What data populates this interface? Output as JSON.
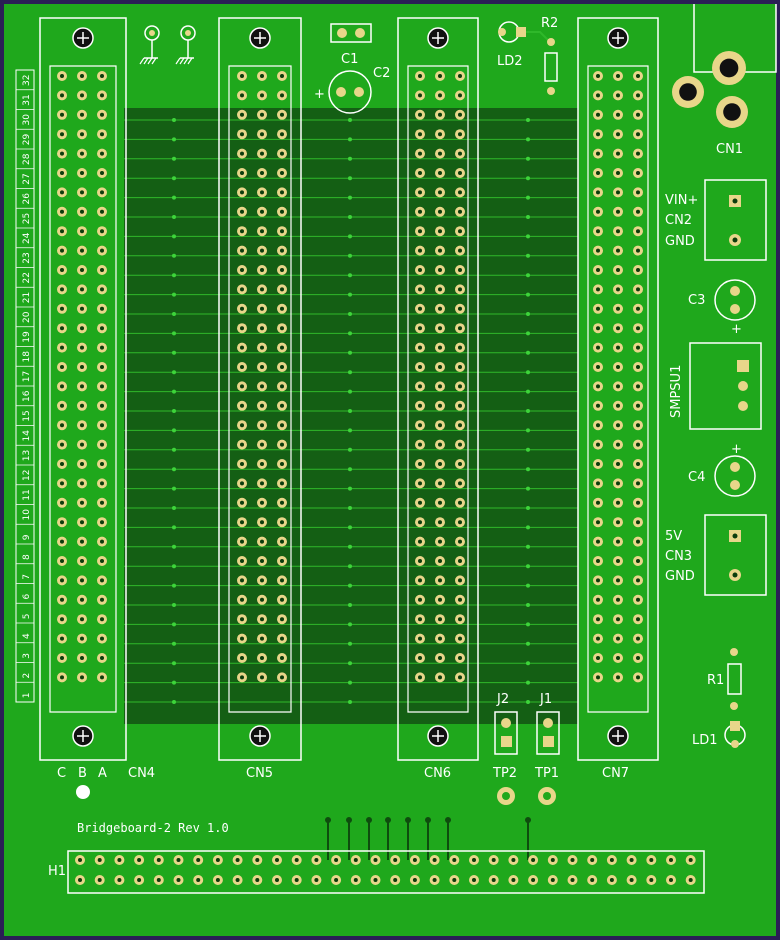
{
  "board": {
    "title": "Bridgeboard-2 Rev 1.0",
    "colors": {
      "substrate": "#1fa81c",
      "copper": "#145f14",
      "silk": "#ffffff",
      "pad": "#e8d68a",
      "hole": "#0c3d0c",
      "border": "#2a1f55"
    }
  },
  "labels": {
    "c1": "C1",
    "c2": "C2",
    "c3": "C3",
    "c4": "C4",
    "plus": "+",
    "ld1": "LD1",
    "ld2": "LD2",
    "r1": "R1",
    "r2": "R2",
    "cn1": "CN1",
    "cn2": "CN2",
    "cn3": "CN3",
    "cn4": "CN4",
    "cn5": "CN5",
    "cn6": "CN6",
    "cn7": "CN7",
    "vin": "VIN+",
    "gnd": "GND",
    "v5": "5V",
    "smpsu": "SMPSU1",
    "j1": "J1",
    "j2": "J2",
    "tp1": "TP1",
    "tp2": "TP2",
    "h1": "H1",
    "col_c": "C",
    "col_b": "B",
    "col_a": "A"
  },
  "pin_numbers": [
    "32",
    "31",
    "30",
    "29",
    "28",
    "27",
    "26",
    "25",
    "24",
    "23",
    "22",
    "21",
    "20",
    "19",
    "18",
    "17",
    "16",
    "15",
    "14",
    "13",
    "12",
    "11",
    "10",
    "9",
    "8",
    "7",
    "6",
    "5",
    "4",
    "3",
    "2",
    "1"
  ]
}
